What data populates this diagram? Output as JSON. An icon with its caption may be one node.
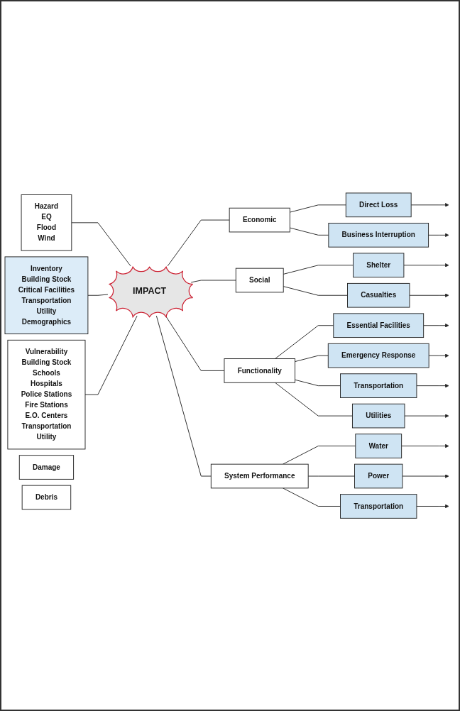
{
  "diagram": {
    "nodes": [
      {
        "text": [
          "Hazard",
          "EQ",
          "Flood",
          "Wind"
        ]
      },
      {
        "text": [
          "Inventory",
          "Building Stock",
          "Critical Facilities",
          "Transportation",
          "Utility",
          "Demographics"
        ]
      },
      {
        "text": [
          "Vulnerability",
          "Building Stock",
          "Schools",
          "Hospitals",
          "Police Stations",
          "Fire Stations",
          "E.O. Centers",
          "Transportation",
          "Utility"
        ]
      },
      {
        "text": [
          "IMPACT"
        ]
      },
      {
        "text": [
          "Economic"
        ]
      },
      {
        "text": [
          "Social"
        ]
      },
      {
        "text": [
          "Damage"
        ]
      },
      {
        "text": [
          "Functionality"
        ]
      },
      {
        "text": [
          "Debris"
        ]
      },
      {
        "text": [
          "System Performance"
        ]
      },
      {
        "text": [
          "Direct Loss"
        ]
      },
      {
        "text": [
          "Business Interruption"
        ]
      },
      {
        "text": [
          "Shelter"
        ]
      },
      {
        "text": [
          "Casualties"
        ]
      },
      {
        "text": [
          "Essential Facilities"
        ]
      },
      {
        "text": [
          "Emergency Response"
        ]
      },
      {
        "text": [
          "Transportation"
        ]
      },
      {
        "text": [
          "Utilities"
        ]
      },
      {
        "text": [
          "Water"
        ]
      },
      {
        "text": [
          "Power"
        ]
      },
      {
        "text": [
          "Transportation"
        ]
      }
    ],
    "edges": [
      {
        "from": 0,
        "to": 3,
        "arrow": "none"
      },
      {
        "from": 1,
        "to": 3,
        "arrow": "none"
      },
      {
        "from": 2,
        "to": 3,
        "arrow": "none"
      },
      {
        "from": 3,
        "to": 4,
        "arrow": "none"
      },
      {
        "from": 3,
        "to": 5,
        "arrow": "none"
      },
      {
        "from": 3,
        "to": 7,
        "arrow": "none"
      },
      {
        "from": 3,
        "to": 9,
        "arrow": "none"
      },
      {
        "from": 4,
        "to": 10,
        "arrow": "none"
      },
      {
        "from": 4,
        "to": 11,
        "arrow": "none"
      },
      {
        "from": 5,
        "to": 12,
        "arrow": "none"
      },
      {
        "from": 5,
        "to": 13,
        "arrow": "none"
      },
      {
        "from": 7,
        "to": 14,
        "arrow": "none"
      },
      {
        "from": 7,
        "to": 15,
        "arrow": "none"
      },
      {
        "from": 7,
        "to": 16,
        "arrow": "none"
      },
      {
        "from": 7,
        "to": 17,
        "arrow": "none"
      },
      {
        "from": 9,
        "to": 18,
        "arrow": "none"
      },
      {
        "from": 9,
        "to": 19,
        "arrow": "none"
      },
      {
        "from": 9,
        "to": 20,
        "arrow": "none"
      },
      {
        "from": 10,
        "to": null,
        "arrow": "to"
      },
      {
        "from": 11,
        "to": null,
        "arrow": "to"
      },
      {
        "from": 12,
        "to": null,
        "arrow": "to"
      },
      {
        "from": 13,
        "to": null,
        "arrow": "to"
      },
      {
        "from": 14,
        "to": null,
        "arrow": "to"
      },
      {
        "from": 15,
        "to": null,
        "arrow": "to"
      },
      {
        "from": 16,
        "to": null,
        "arrow": "to"
      },
      {
        "from": 17,
        "to": null,
        "arrow": "to"
      },
      {
        "from": 18,
        "to": null,
        "arrow": "to"
      },
      {
        "from": 19,
        "to": null,
        "arrow": "to"
      },
      {
        "from": 20,
        "to": null,
        "arrow": "to"
      }
    ]
  }
}
